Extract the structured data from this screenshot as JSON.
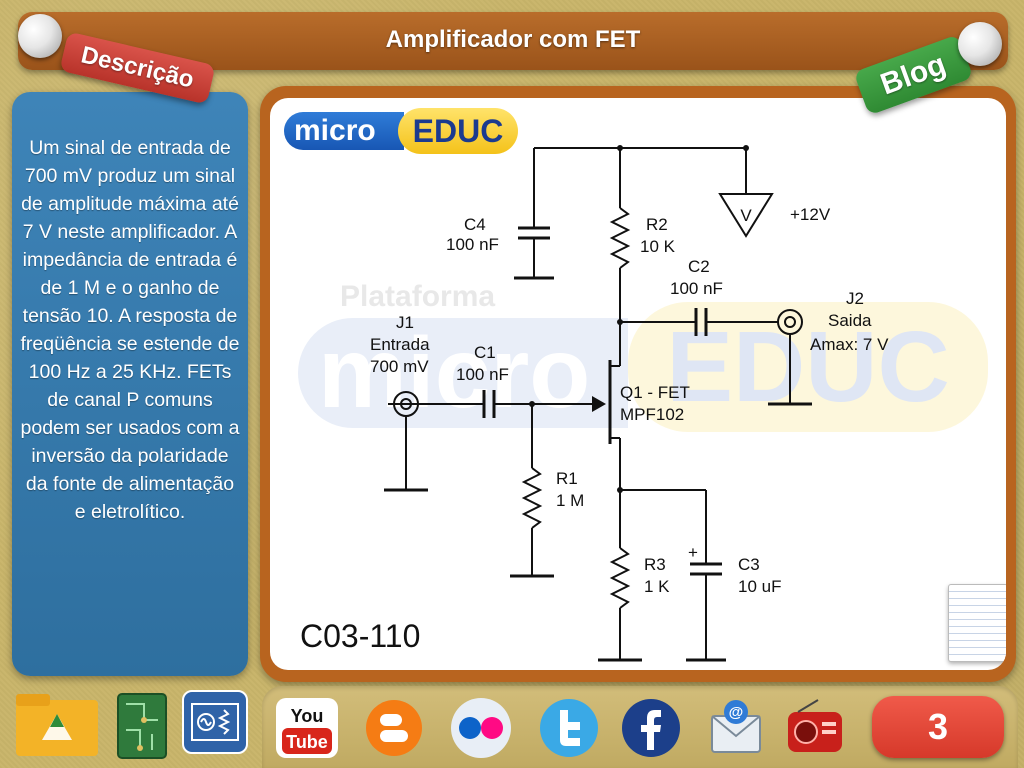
{
  "title": "Amplificador com FET",
  "ribbons": {
    "description": "Descrição",
    "blog": "Blog"
  },
  "description_text": "Um sinal de entrada de 700 mV produz um sinal de amplitude máxima até 7 V neste amplificador. A impedância de entrada é de 1 M e o ganho de tensão 10. A resposta de freqüência se estende de 100 Hz a 25 KHz. FETs de canal P comuns podem ser usados com a inversão da polaridade da fonte de alimentação e eletrolítico.",
  "logo": {
    "micro": "micro",
    "educ": "EDUC"
  },
  "watermark": {
    "plataforma": "Plataforma",
    "micro": "micro",
    "educ": "EDUC"
  },
  "schematic": {
    "c4_name": "C4",
    "c4_value": "100 nF",
    "r2_name": "R2",
    "r2_value": "10 K",
    "supply_symbol": "V",
    "supply_value": "+12V",
    "c2_name": "C2",
    "c2_value": "100 nF",
    "j2_name": "J2",
    "j2_label": "Saida",
    "j2_amax": "Amax: 7 V",
    "j1_name": "J1",
    "j1_label": "Entrada",
    "j1_value": "700 mV",
    "c1_name": "C1",
    "c1_value": "100 nF",
    "q1_name": "Q1 - FET",
    "q1_part": "MPF102",
    "r1_name": "R1",
    "r1_value": "1 M",
    "r3_name": "R3",
    "r3_value": "1 K",
    "c3_name": "C3",
    "c3_value": "10 uF",
    "c3_plus": "+"
  },
  "code": "C03-110",
  "page_number": "3",
  "icons": {
    "drive": "google-drive-icon",
    "pcb": "pcb-board-icon",
    "circuit": "circuit-simulator-icon",
    "youtube": "youtube-icon",
    "blogger": "blogger-icon",
    "flickr": "flickr-icon",
    "twitter": "twitter-icon",
    "facebook": "facebook-icon",
    "email": "email-icon",
    "radio": "radio-icon"
  },
  "youtube_text": {
    "you": "You",
    "tube": "Tube"
  },
  "colors": {
    "title_bar": "#b96d2b",
    "desc_panel": "#3e84b8",
    "desc_ribbon": "#d9534a",
    "blog_ribbon": "#47a84a",
    "page_badge": "#e4483a"
  }
}
